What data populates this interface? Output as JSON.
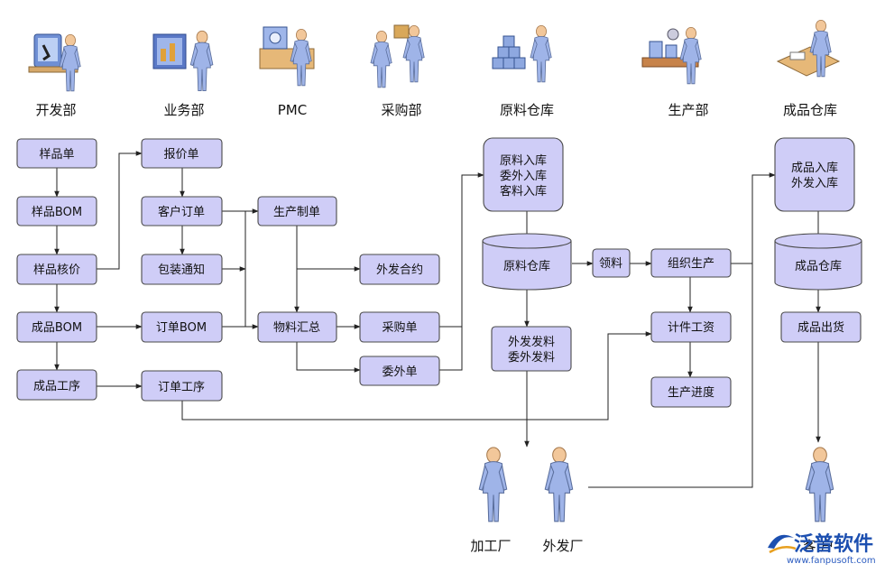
{
  "departments": [
    {
      "label": "开发部",
      "icon": "developer-microscope-icon"
    },
    {
      "label": "业务部",
      "icon": "sales-presentation-icon"
    },
    {
      "label": "PMC",
      "icon": "pmc-planning-icon"
    },
    {
      "label": "采购部",
      "icon": "purchasing-handshake-icon"
    },
    {
      "label": "原料仓库",
      "icon": "raw-material-warehouse-icon"
    },
    {
      "label": "生产部",
      "icon": "production-line-icon"
    },
    {
      "label": "成品仓库",
      "icon": "finished-goods-desk-icon"
    }
  ],
  "nodes": {
    "sample_order": "样品单",
    "sample_bom": "样品BOM",
    "sample_pricing": "样品核价",
    "product_bom": "成品BOM",
    "product_process": "成品工序",
    "quotation": "报价单",
    "customer_order": "客户订单",
    "packing_notice": "包装通知",
    "order_bom": "订单BOM",
    "order_process": "订单工序",
    "production_order": "生产制单",
    "outsource_contract": "外发合约",
    "material_summary": "物料汇总",
    "purchase_order": "采购单",
    "subcontract_order": "委外单",
    "material_inbound": [
      "原料入库",
      "委外入库",
      "客料入库"
    ],
    "raw_warehouse": "原料仓库",
    "material_issue": [
      "外发发料",
      "委外发料"
    ],
    "requisition": "领料",
    "organize_production": "组织生产",
    "piece_wage": "计件工资",
    "production_progress": "生产进度",
    "finished_inbound": [
      "成品入库",
      "外发入库"
    ],
    "finished_warehouse": "成品仓库",
    "finished_shipment": "成品出货"
  },
  "people": {
    "processing_factory": "加工厂",
    "outsource_factory": "外发厂",
    "customer": "客 户"
  },
  "logo": {
    "name": "泛普软件",
    "url": "www.fanpusoft.com"
  },
  "colors": {
    "box_fill": "#cfcdf7",
    "box_stroke": "#4a4a4a",
    "logo_blue": "#1c4fb0"
  }
}
